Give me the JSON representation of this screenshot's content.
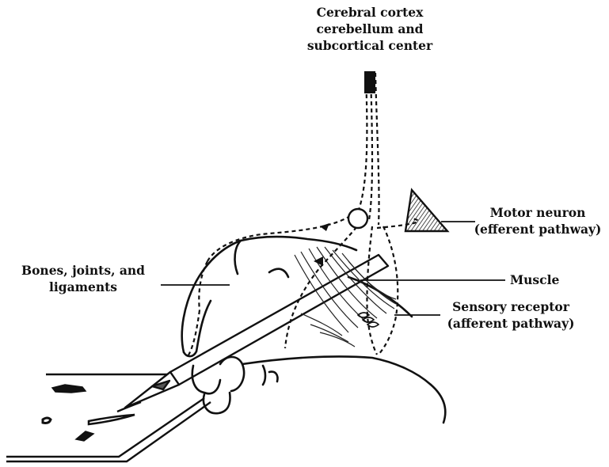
{
  "labels": {
    "brain": [
      "Cerebral cortex",
      "cerebellum and",
      "subcortical center"
    ],
    "motor": [
      "Motor neuron",
      "(efferent pathway)"
    ],
    "bones": [
      "Bones, joints, and",
      "ligaments"
    ],
    "muscle": [
      "Muscle"
    ],
    "sensory": [
      "Sensory receptor",
      "(afferent pathway)"
    ]
  },
  "colors": {
    "ink": "#111111",
    "background": "#ffffff",
    "muscle_fill": "#7a7a7a"
  }
}
